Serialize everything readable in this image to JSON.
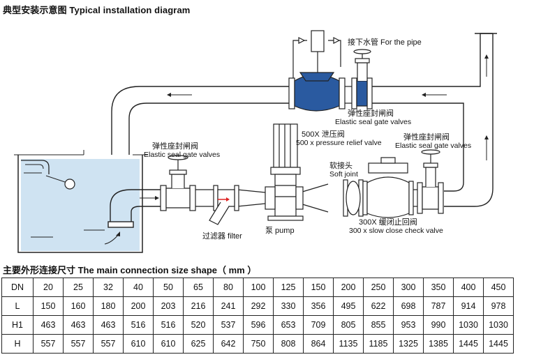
{
  "title": "典型安装示意图 Typical installation diagram",
  "labels": {
    "pipe": "接下水管 For the pipe",
    "gate_top_cn": "弹性座封闸阀",
    "gate_top_en": "Elastic seal gate valves",
    "relief_cn": "500X 泄压阀",
    "relief_en": "500 x pressure relief valve",
    "gate_left_cn": "弹性座封闸阀",
    "gate_left_en": "Elastic seal gate valves",
    "soft_cn": "软接头",
    "soft_en": "Soft joint",
    "gate_right_cn": "弹性座封闸阀",
    "gate_right_en": "Elastic seal gate valves",
    "pump": "泵 pump",
    "check_cn": "300X 缓闭止回阀",
    "check_en": "300 x slow close check valve",
    "filter": "过滤器 filter"
  },
  "table": {
    "title": "主要外形连接尺寸 The main connection size shape（ mm ）",
    "rows": [
      {
        "label": "DN",
        "values": [
          "20",
          "25",
          "32",
          "40",
          "50",
          "65",
          "80",
          "100",
          "125",
          "150",
          "200",
          "250",
          "300",
          "350",
          "400",
          "450"
        ]
      },
      {
        "label": "L",
        "values": [
          "150",
          "160",
          "180",
          "200",
          "203",
          "216",
          "241",
          "292",
          "330",
          "356",
          "495",
          "622",
          "698",
          "787",
          "914",
          "978"
        ]
      },
      {
        "label": "H1",
        "values": [
          "463",
          "463",
          "463",
          "516",
          "516",
          "520",
          "537",
          "596",
          "653",
          "709",
          "805",
          "855",
          "953",
          "990",
          "1030",
          "1030"
        ]
      },
      {
        "label": "H",
        "values": [
          "557",
          "557",
          "557",
          "610",
          "610",
          "625",
          "642",
          "750",
          "808",
          "864",
          "1135",
          "1185",
          "1325",
          "1385",
          "1445",
          "1445"
        ]
      }
    ]
  },
  "colors": {
    "valve": "#2a5aa0",
    "water": "#cfe3f2",
    "line": "#222222"
  }
}
